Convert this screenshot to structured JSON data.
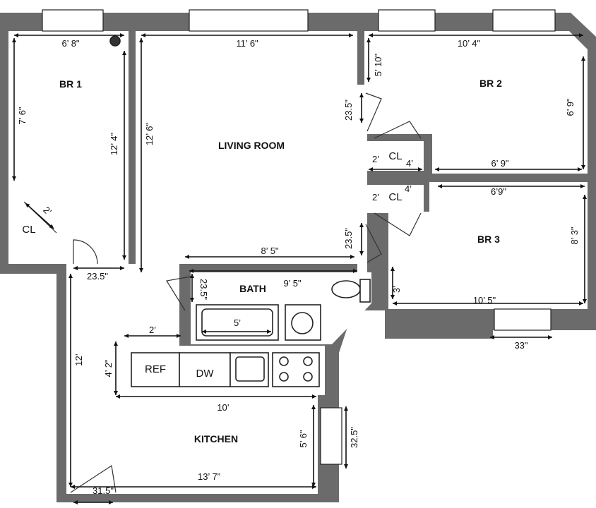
{
  "rooms": {
    "br1": "BR 1",
    "living": "LIVING ROOM",
    "br2": "BR 2",
    "br3": "BR 3",
    "bath": "BATH",
    "kitchen": "KITCHEN",
    "cl_br1": "CL",
    "cl_br2": "CL",
    "cl_br3": "CL"
  },
  "fixtures": {
    "ref": "REF",
    "dw": "DW"
  },
  "dimensions": {
    "br1_width": "6’ 8\"",
    "br1_left_depth": "7’ 6\"",
    "br1_right_depth": "12’ 4\"",
    "br1_closet": "2’",
    "br1_door": "23.5\"",
    "living_width": "11’ 6\"",
    "living_depth": "12’ 6\"",
    "living_bottom": "8’ 5\"",
    "br2_width": "10’ 4\"",
    "br2_small": "5’ 10\"",
    "br2_depth": "6’ 9\"",
    "br2_bottom": "6’ 9\"",
    "br2_door": "23.5\"",
    "cl2_w": "2’",
    "cl2_d": "4’",
    "cl3_w": "2’",
    "cl3_d": "4’",
    "br3_width": "6’9\"",
    "br3_depth": "8’ 3\"",
    "br3_bottom": "10’ 5\"",
    "br3_left": "3’",
    "br3_door": "23.5\"",
    "br3_window": "33\"",
    "bath_width": "9’ 5\"",
    "bath_door": "23.5\"",
    "tub": "5’",
    "hall_depth": "12’",
    "hall_2": "2’",
    "kitchen_counter": "4’ 2\"",
    "kitchen_width": "10’",
    "kitchen_side": "5’ 6\"",
    "kitchen_window": "32.5\"",
    "kitchen_bottom": "13’ 7”",
    "entry_door": "31.5\""
  }
}
